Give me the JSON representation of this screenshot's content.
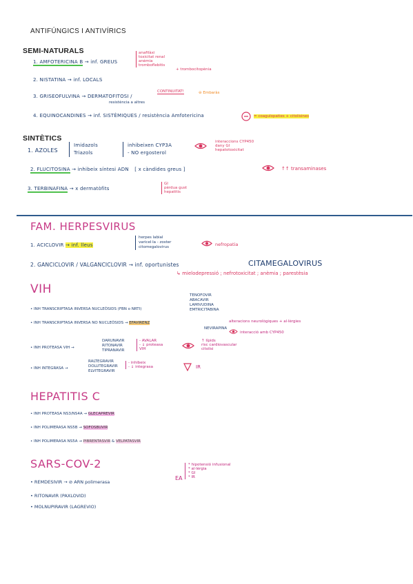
{
  "title": "ANTIFÚNGICS I ANTIVÍRICS",
  "semi_naturals": {
    "heading": "SEMI-NATURALS",
    "items": [
      {
        "num": "1.",
        "name": "AMFOTERICINA B",
        "rest": "→ inf. GREUS"
      },
      {
        "num": "2.",
        "name": "NISTATINA",
        "rest": "→ inf. LOCALS"
      },
      {
        "num": "3.",
        "name": "GRISEOFULVINA",
        "rest": "→ DERMATOFITOSI /",
        "rest2": "resistència a altres"
      },
      {
        "num": "4.",
        "name": "EQUINOCANDINES",
        "rest": "→ inf. SISTÈMIQUES / resistència Amfotericina"
      }
    ],
    "amfo_effects": [
      "anafilàxi",
      "toxicitat renal",
      "anèmia",
      "tromboflebitis"
    ],
    "amfo_extra": "+ trombocitopènia",
    "griseo_note": "CONTINUITAT!",
    "griseo_embaras": "⊖ Embaràs",
    "equino_note": "= coagulopaties + citolisines"
  },
  "sintetics": {
    "heading": "SINTÈTICS",
    "items": [
      {
        "num": "1.",
        "name": "AZOLES",
        "sub": [
          "Imidazols",
          "Triazols"
        ],
        "rest": [
          "inhibeixen CYP3A",
          "- NO ergosterol"
        ]
      },
      {
        "num": "2.",
        "name": "FLUCITOSINA",
        "rest": "→ inhibeix síntesi ADN",
        "bracket": "[ x càndides greus ]"
      },
      {
        "num": "3.",
        "name": "TERBINAFINA",
        "rest": "→ x dermatòfits"
      }
    ],
    "azoles_effects": [
      "interaccions CYP450",
      "dany GI",
      "hepatotoxicitat"
    ],
    "fluci_effect": "↑↑ transaminases",
    "terbi_effects": [
      "GI",
      "pèrdua gust",
      "hepatitis"
    ]
  },
  "herpes": {
    "heading": "FAM. HERPESVIRUS",
    "items": [
      {
        "num": "1.",
        "name": "ACICLOVIR",
        "rest": "→ inf. lleus",
        "targets": [
          "herpes labial",
          "varicel·la - zoster",
          "citomegalovirus"
        ],
        "effect": "nefropatia"
      },
      {
        "num": "2.",
        "name": "GANCICLOVIR / VALGANCICLOVIR",
        "rest": "→ inf. oportunistes",
        "target": "CITAMEGALOVIRUS",
        "effects": "↳ mielodepressió ; nefrotoxicitat ; anèmia ; parestèsia"
      }
    ]
  },
  "vih": {
    "heading": "VIH",
    "items": [
      {
        "label": "INH TRANSCRIPTASA INVERSA NUCLEÒSIDS (FBN o NRTI)",
        "drugs": [
          "TENOFOVIR",
          "ABACAVIR",
          "LAMIVUDINA",
          "EMTRICITABINA"
        ]
      },
      {
        "label": "INH TRANSCRIPTASA INVERSA NO NUCLEÒSIDS",
        "drug": "EFAVIRENZ",
        "drug2": "NEVIRAPINA",
        "effects": "alteracions neurològiques + al·lèrgies",
        "note": "interacció amb CYP450"
      },
      {
        "label": "INH PROTEASA VIH",
        "drugs": [
          "DARUNAVIR",
          "RITONAVIR",
          "TIPRANAVIR"
        ],
        "notes": [
          "- AVALAR",
          "- ↓ proteasa",
          "VIH"
        ],
        "effects": [
          "↑ lípids",
          "risc cardiovascular",
          "citolisi"
        ]
      },
      {
        "label": "INH INTEGRASA",
        "drugs": [
          "RALTEGRAVIR",
          "DOLUTEGRAVIR",
          "ELVITEGRAVIR"
        ],
        "notes": [
          "- inhibeix",
          "- ↓ integrasa"
        ],
        "effect": "IR"
      }
    ]
  },
  "hepatitis": {
    "heading": "HEPATITIS C",
    "items": [
      {
        "label": "INH PROTEASA NS3/NS4A",
        "drug": "GLECAPREVIR"
      },
      {
        "label": "INH POLIMERASA NS5B",
        "drug": "SOFOSBUVIR"
      },
      {
        "label": "INH POLIMERASA NS5A",
        "drug": "PIBRENTASVIR",
        "drug2": "VELPATASVIR"
      }
    ]
  },
  "sars": {
    "heading": "SARS-COV-2",
    "items": [
      {
        "name": "REMDESIVIR",
        "rest": "→ ⊘ ARN polimerasa"
      },
      {
        "name": "RITONAVIR",
        "rest": "(PAXLOVID)"
      },
      {
        "name": "MOLNUPIRAVIR",
        "rest": "(LAGREVIO)"
      }
    ],
    "ea_label": "EA",
    "ea_items": [
      "hipotensió infusional",
      "al·lèrgia",
      "GI",
      "IR"
    ]
  },
  "colors": {
    "ink": "#1d3c6e",
    "red": "#d8345f",
    "magenta": "#c73a86",
    "yellow": "#f6ef3c",
    "pink": "#f3b4e4",
    "orange": "#f08a24",
    "divider": "#2e5a8c"
  }
}
